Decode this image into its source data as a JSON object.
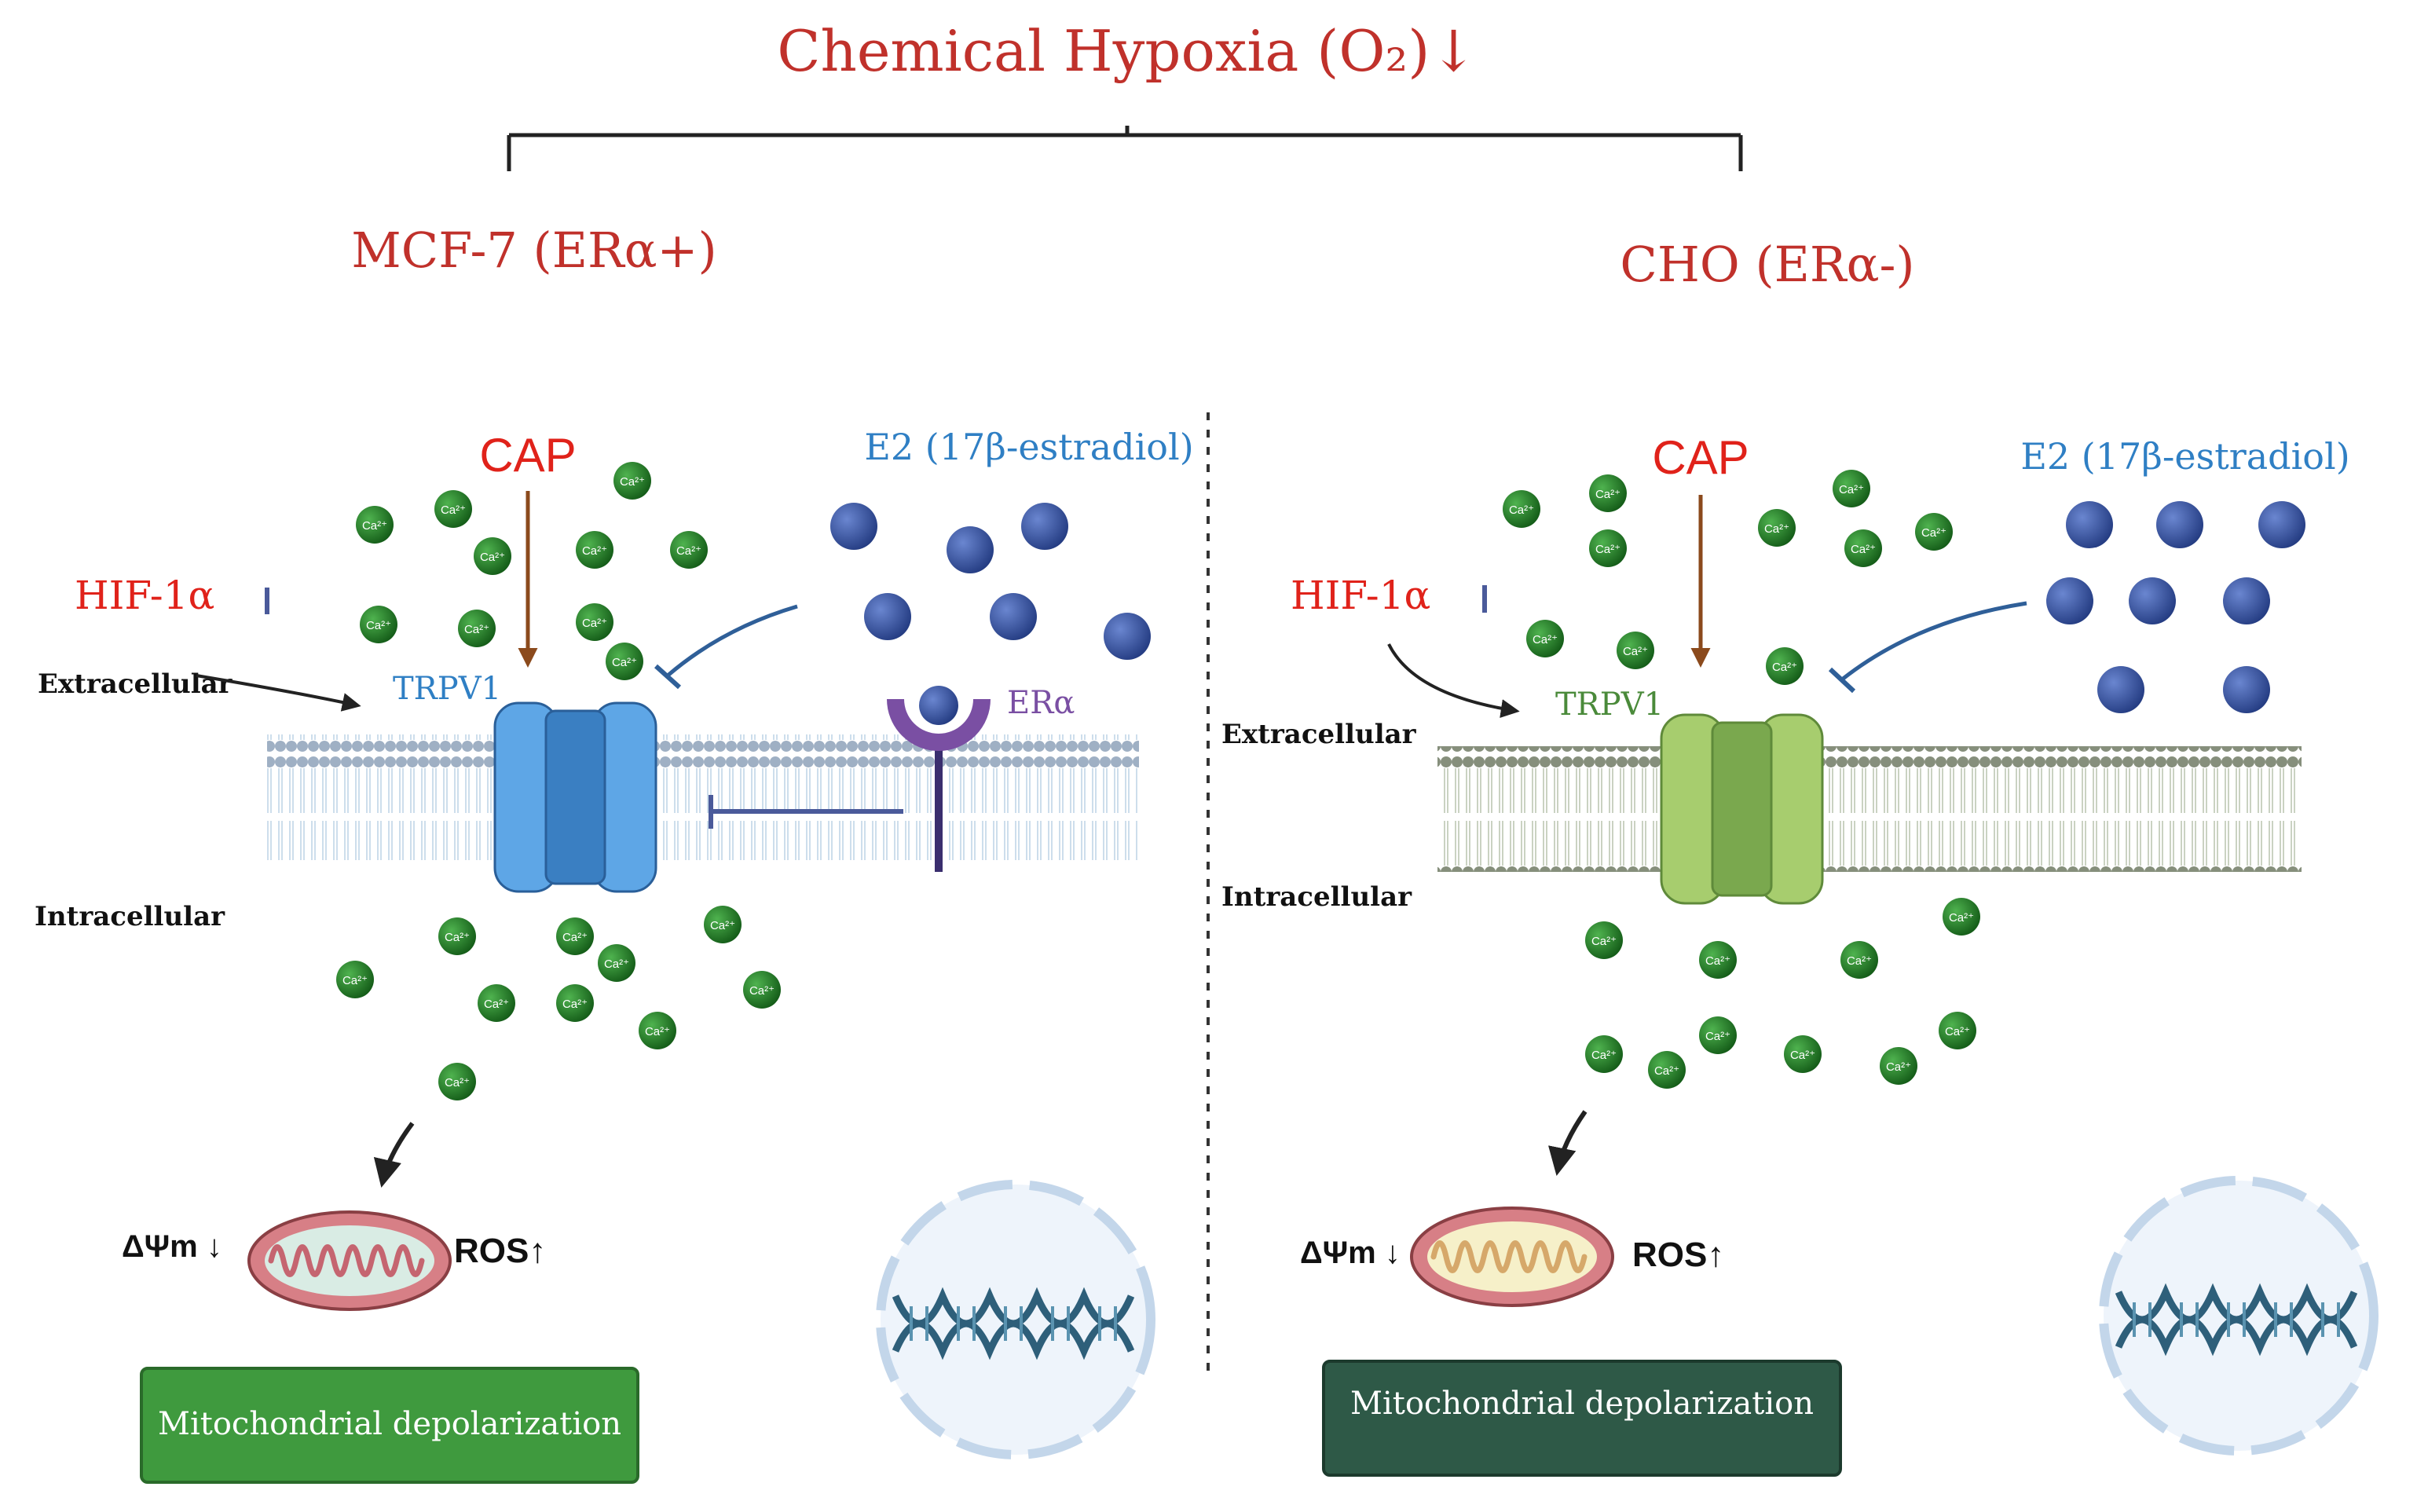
{
  "title": "Chemical Hypoxia (O₂)↓",
  "colors": {
    "red_label": "#c0312b",
    "hif_red": "#e0221a",
    "blue_label": "#2f7fc4",
    "inhibit_line": "#4a5a9a",
    "er_purple": "#7a4fa3",
    "left_channel": "#4a90d9",
    "right_channel": "#8bb85a",
    "ca_green": "#1f7a23",
    "e2_blue": "#3a56a8",
    "box_left": "#3f9a3e",
    "box_right": "#2e5947",
    "cap_arrow": "#8b4a1c"
  },
  "left_panel": {
    "cell_label": "MCF-7 (ERα+)",
    "cap_label": "CAP",
    "e2_label": "E2 (17β-estradiol)",
    "hif_label": "HIF-1α",
    "extracellular_label": "Extracellular",
    "intracellular_label": "Intracellular",
    "channel_label": "TRPV1",
    "receptor_label": "ERα",
    "membrane_potential_label": "ΔΨm ↓",
    "ros_label": "ROS↑",
    "outcome_label": "Mitochondrial depolarization",
    "ca_ion_label": "Ca²⁺"
  },
  "right_panel": {
    "cell_label": "CHO (ERα-)",
    "cap_label": "CAP",
    "e2_label": "E2 (17β-estradiol)",
    "hif_label": "HIF-1α",
    "extracellular_label": "Extracellular",
    "intracellular_label": "Intracellular",
    "channel_label": "TRPV1",
    "membrane_potential_label": "ΔΨm ↓",
    "ros_label": "ROS↑",
    "outcome_label": "Mitochondrial depolarization",
    "ca_ion_label": "Ca²⁺"
  },
  "icons": {
    "mitochondrion": "mitochondrion-icon",
    "nucleus": "nucleus-dna-icon",
    "calcium": "calcium-ion-icon",
    "estradiol": "estradiol-molecule-icon"
  }
}
